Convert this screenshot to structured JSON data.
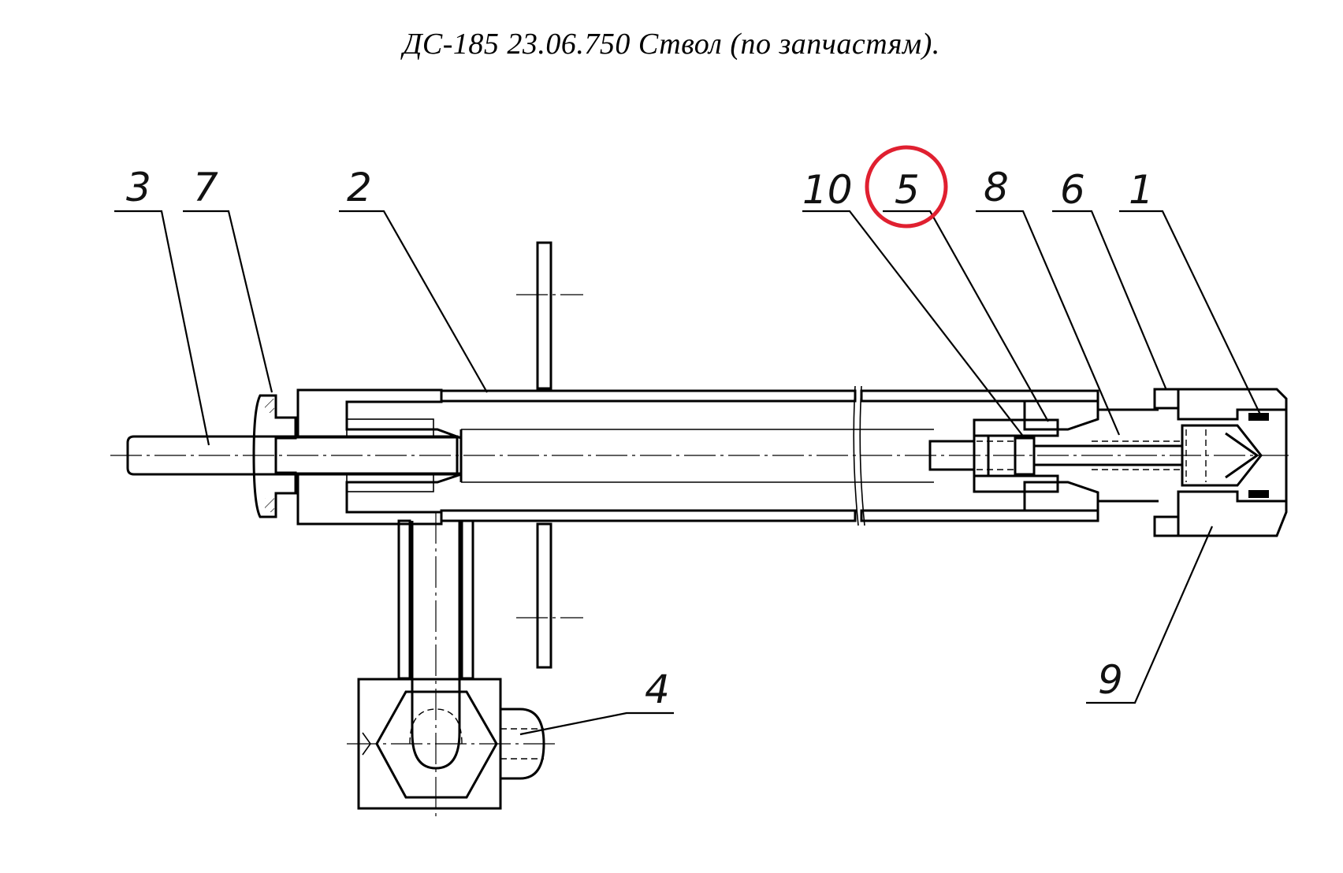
{
  "title": "ДС-185 23.06.750 Ствол  (по запчастям).",
  "highlight_color": "#e02030",
  "callouts": [
    {
      "id": "3",
      "label": "3"
    },
    {
      "id": "7",
      "label": "7"
    },
    {
      "id": "2",
      "label": "2"
    },
    {
      "id": "10",
      "label": "10"
    },
    {
      "id": "5",
      "label": "5",
      "highlighted": true
    },
    {
      "id": "8",
      "label": "8"
    },
    {
      "id": "6",
      "label": "6"
    },
    {
      "id": "1",
      "label": "1"
    },
    {
      "id": "9",
      "label": "9"
    },
    {
      "id": "4",
      "label": "4"
    }
  ]
}
